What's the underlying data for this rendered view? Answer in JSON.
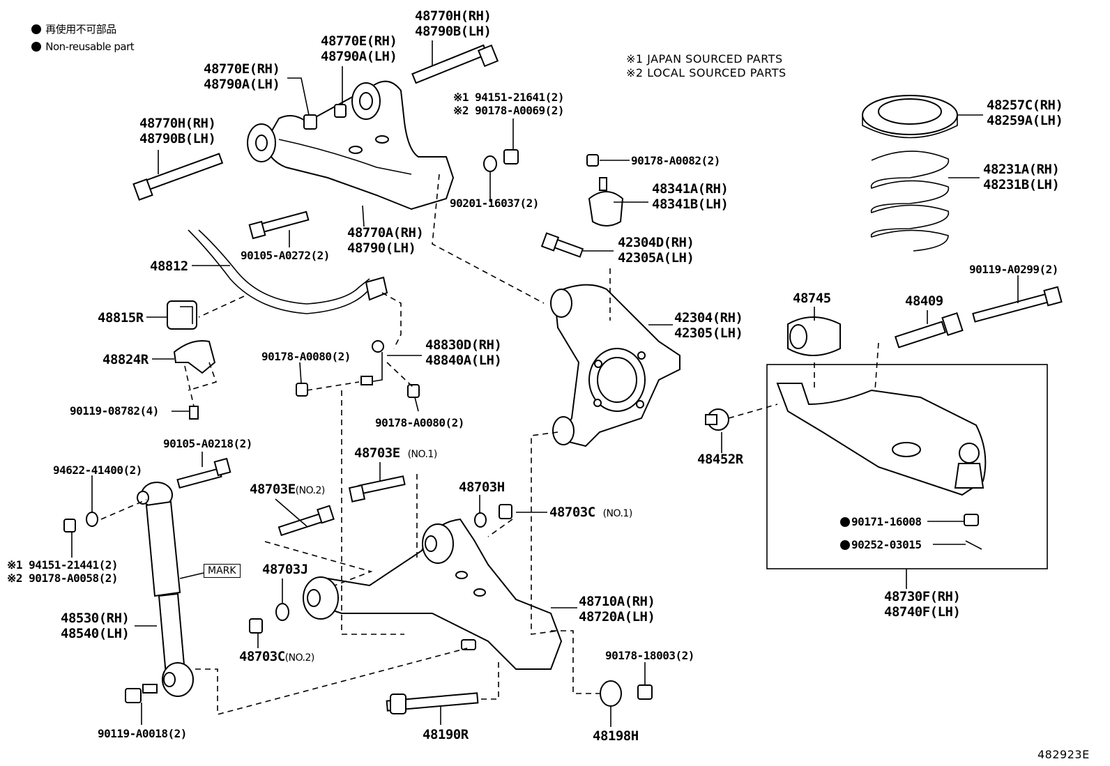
{
  "legend": {
    "line1": "再使用不可部品",
    "line2": "Non-reusable part"
  },
  "notes": {
    "note1": "※1 JAPAN SOURCED PARTS",
    "note2": "※2 LOCAL SOURCED PARTS"
  },
  "labels": {
    "p48770H_top": [
      "48770H(RH)",
      "48790B(LH)"
    ],
    "p48770E_mid": [
      "48770E(RH)",
      "48790A(LH)"
    ],
    "p48770E_left": [
      "48770E(RH)",
      "48790A(LH)"
    ],
    "p48770H_left": [
      "48770H(RH)",
      "48790B(LH)"
    ],
    "p94151_top": [
      "※1 94151-21641(2)",
      "※2 90178-A0069(2)"
    ],
    "p90201": "90201-16037(2)",
    "p90105_a0272": "90105-A0272(2)",
    "p48770A": [
      "48770A(RH)",
      "48790(LH)"
    ],
    "p90178_a0082": "90178-A0082(2)",
    "p48341": [
      "48341A(RH)",
      "48341B(LH)"
    ],
    "p48257": [
      "48257C(RH)",
      "48259A(LH)"
    ],
    "p48231": [
      "48231A(RH)",
      "48231B(LH)"
    ],
    "p42304D": [
      "42304D(RH)",
      "42305A(LH)"
    ],
    "p48812": "48812",
    "p48815R": "48815R",
    "p48824R": "48824R",
    "p90119_08782": "90119-08782(4)",
    "p90178_a0080_l": "90178-A0080(2)",
    "p48830D": [
      "48830D(RH)",
      "48840A(LH)"
    ],
    "p90178_a0080_r": "90178-A0080(2)",
    "p42304": [
      "42304(RH)",
      "42305(LH)"
    ],
    "p90119_a0299": "90119-A0299(2)",
    "p48745": "48745",
    "p48409": "48409",
    "p48452R": "48452R",
    "p90105_a0218": "90105-A0218(2)",
    "p94622": "94622-41400(2)",
    "p48703E1": "48703E",
    "p48703E1_sub": "(NO.1)",
    "p48703E2": "48703E",
    "p48703E2_sub": "(NO.2)",
    "p48703H": "48703H",
    "p48703C1": "48703C",
    "p48703C1_sub": "(NO.1)",
    "p94151_bot": [
      "※1 94151-21441(2)",
      "※2 90178-A0058(2)"
    ],
    "mark": "MARK",
    "p48703J": "48703J",
    "p48530": [
      "48530(RH)",
      "48540(LH)"
    ],
    "p48703C2": "48703C",
    "p48703C2_sub": "(NO.2)",
    "p48710A": [
      "48710A(RH)",
      "48720A(LH)"
    ],
    "p90178_18003": "90178-18003(2)",
    "p90171": "90171-16008",
    "p90252": "90252-03015",
    "p48730F": [
      "48730F(RH)",
      "48740F(LH)"
    ],
    "p90119_a0018": "90119-A0018(2)",
    "p48190R": "48190R",
    "p48198H": "48198H",
    "code": "482923E"
  }
}
